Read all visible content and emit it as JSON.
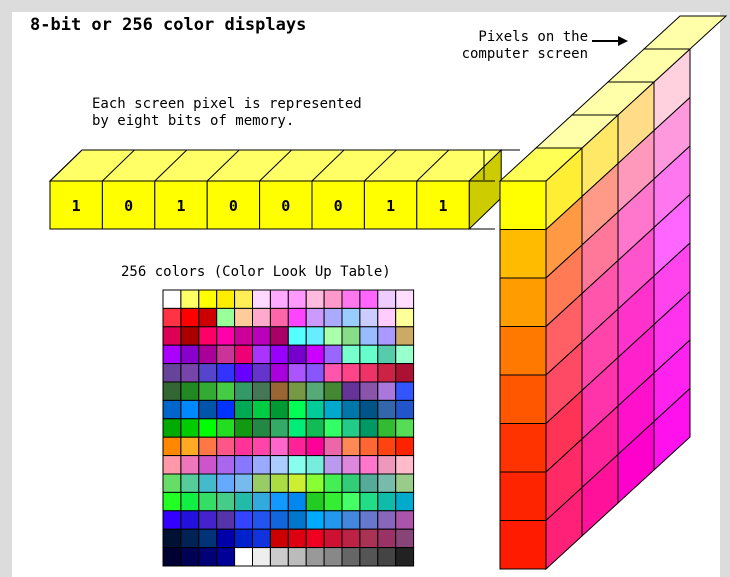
{
  "title": "8-bit or 256 color displays",
  "pixels_label": [
    "Pixels on the",
    "computer screen"
  ],
  "bits_label": [
    "Each screen pixel is represented",
    "by eight bits of memory."
  ],
  "bits": [
    "1",
    "0",
    "1",
    "0",
    "0",
    "0",
    "1",
    "1"
  ],
  "clut_label": "256 colors (Color Look Up Table)",
  "colors": {
    "background": "#dcdcdc",
    "panel": "#ffffff",
    "bit_fill": "#ffff00",
    "bit_top": "#ffff66",
    "screen_front": [
      "#ffff00",
      "#ffbb00",
      "#ff9d00",
      "#ff7800",
      "#ff5700",
      "#ff3300",
      "#ff2400",
      "#ff1b00"
    ]
  },
  "clut_rows": [
    [
      "#ffffff",
      "#ffff66",
      "#ffff00",
      "#ffee00",
      "#ffee55",
      "#ffd8ff",
      "#ffaaff",
      "#ff99ff",
      "#ffbbdd",
      "#ff99cc",
      "#ff77ee",
      "#ff66ff",
      "#eeccff",
      "#ffddff"
    ],
    [
      "#ff3344",
      "#ff0000",
      "#cc0000",
      "#99ff99",
      "#ffcc99",
      "#ffaacc",
      "#ff66aa",
      "#ff44ff",
      "#cc99ff",
      "#aaaaff",
      "#99ccff",
      "#ccccff",
      "#ffccff",
      "#ffff99"
    ],
    [
      "#dd0055",
      "#aa0000",
      "#ff0066",
      "#ff00aa",
      "#cc0099",
      "#bb00bb",
      "#aa0066",
      "#55ffff",
      "#66eeff",
      "#aaffaa",
      "#88dd88",
      "#99bbff",
      "#aa99ff",
      "#ccaa66"
    ],
    [
      "#aa00ff",
      "#8800cc",
      "#aa0099",
      "#cc3399",
      "#ee0077",
      "#aa33ff",
      "#9900ff",
      "#7700cc",
      "#cc00ff",
      "#9966ff",
      "#77ffcc",
      "#66ffcc",
      "#55ccaa",
      "#99ffcc"
    ],
    [
      "#664499",
      "#7744aa",
      "#5544cc",
      "#3333ff",
      "#6600ff",
      "#6633cc",
      "#aa00dd",
      "#aa55ff",
      "#8855ff",
      "#ff55aa",
      "#ff4488",
      "#ee3366",
      "#cc2244",
      "#aa1133"
    ],
    [
      "#336633",
      "#228822",
      "#33aa33",
      "#44cc44",
      "#339966",
      "#447755",
      "#996633",
      "#779944",
      "#55aa77",
      "#448833",
      "#663399",
      "#8855aa",
      "#aa77dd",
      "#3355ff"
    ],
    [
      "#0066cc",
      "#0088ff",
      "#0055aa",
      "#0033ff",
      "#00aa55",
      "#00cc44",
      "#009933",
      "#00ff55",
      "#00cc99",
      "#00aacc",
      "#0077aa",
      "#005588",
      "#3366aa",
      "#2255cc"
    ],
    [
      "#00aa00",
      "#00cc00",
      "#00ff00",
      "#22dd22",
      "#119911",
      "#228844",
      "#33aa66",
      "#00ee77",
      "#11bb55",
      "#33ff66",
      "#22cc88",
      "#009966",
      "#33bb33",
      "#55dd55"
    ],
    [
      "#ff8800",
      "#ffaa22",
      "#ff7744",
      "#ff5588",
      "#ff3399",
      "#ff44aa",
      "#ff66cc",
      "#ff2299",
      "#ff0099",
      "#ee66aa",
      "#ff8855",
      "#ff6633",
      "#ff4411",
      "#ff2200"
    ],
    [
      "#ff99aa",
      "#ee77bb",
      "#cc55cc",
      "#aa66ee",
      "#8877ff",
      "#99aaff",
      "#aaccff",
      "#88ffee",
      "#77eedd",
      "#bb99ee",
      "#dd88dd",
      "#ff77cc",
      "#ee99bb",
      "#ffbbcc"
    ],
    [
      "#66dd66",
      "#55cc99",
      "#44bbcc",
      "#66aaff",
      "#77bbee",
      "#99cc66",
      "#aadd44",
      "#ccee33",
      "#88ff33",
      "#44ee55",
      "#33cc77",
      "#55aa99",
      "#77bbaa",
      "#99cc88"
    ],
    [
      "#22ff22",
      "#11ee44",
      "#33dd66",
      "#44cc88",
      "#22bbaa",
      "#33aadd",
      "#1199ff",
      "#0088ee",
      "#22cc22",
      "#33ee33",
      "#44ff66",
      "#22dd88",
      "#11bbaa",
      "#00aacc"
    ],
    [
      "#3300ff",
      "#2211dd",
      "#4422cc",
      "#5533aa",
      "#3344ff",
      "#2255ee",
      "#1166dd",
      "#0077cc",
      "#00aaff",
      "#2299ee",
      "#4488dd",
      "#6677cc",
      "#8866bb",
      "#aa55aa"
    ],
    [
      "#001133",
      "#002255",
      "#003377",
      "#0000aa",
      "#0022cc",
      "#1133dd",
      "#cc0000",
      "#dd0011",
      "#ee0022",
      "#cc1133",
      "#bb2244",
      "#aa3355",
      "#993366",
      "#884477"
    ],
    [
      "#000033",
      "#000055",
      "#000077",
      "#000099",
      "#ffffff",
      "#eeeeee",
      "#cccccc",
      "#bbbbbb",
      "#999999",
      "#888888",
      "#666666",
      "#555555",
      "#444444",
      "#222222"
    ]
  ],
  "screen_cols": [
    [
      "#ffff00",
      "#ffbb00",
      "#ff9d00",
      "#ff7800",
      "#ff5700",
      "#ff3300",
      "#ff2400",
      "#ff1b00"
    ],
    [
      "#ffee33",
      "#ff9944",
      "#ff7a55",
      "#ff6066",
      "#ff4a66",
      "#ff3355",
      "#ff2a66",
      "#ff2077"
    ],
    [
      "#ffe866",
      "#ff9988",
      "#ff7799",
      "#ff55aa",
      "#ff44aa",
      "#ff33aa",
      "#ff2299",
      "#ff1199"
    ],
    [
      "#ffdd88",
      "#ff99bb",
      "#ff77cc",
      "#ff55cc",
      "#ff33cc",
      "#ff22cc",
      "#ff11cc",
      "#ff00cc"
    ],
    [
      "#ffd0dd",
      "#ff99dd",
      "#ff77ee",
      "#ff66ff",
      "#ff44ee",
      "#ff33ee",
      "#ff22ee",
      "#ff11ee"
    ]
  ]
}
